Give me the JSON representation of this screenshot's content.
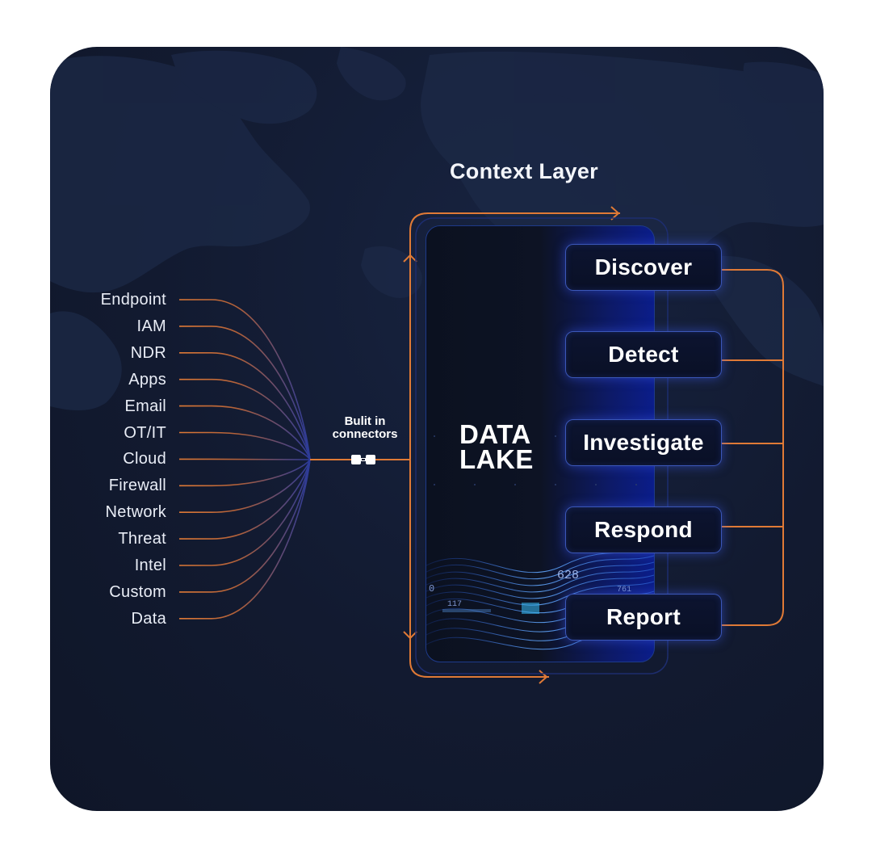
{
  "diagram": {
    "title": "Context Layer",
    "sources": [
      "Endpoint",
      "IAM",
      "NDR",
      "Apps",
      "Email",
      "OT/IT",
      "Cloud",
      "Firewall",
      "Network",
      "Threat",
      "Intel",
      "Custom",
      "Data"
    ],
    "connector": {
      "line1": "Bulit in",
      "line2": "connectors",
      "icon": "connector-plug-icon"
    },
    "hub": {
      "line1": "DATA",
      "line2": "LAKE"
    },
    "stages": [
      "Discover",
      "Detect",
      "Investigate",
      "Respond",
      "Report"
    ],
    "decor_numbers": [
      "628",
      "761",
      "0",
      "117"
    ],
    "colors": {
      "background": "#121a30",
      "accent_orange": "#e07a36",
      "stage_border": "#3b57b8",
      "text": "#ffffff"
    }
  }
}
